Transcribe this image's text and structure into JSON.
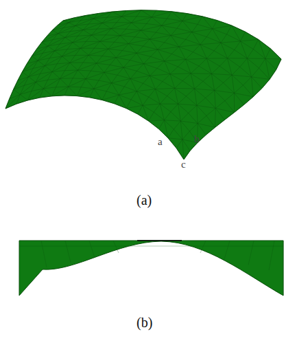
{
  "diagram": {
    "labels": [
      "a",
      "b",
      "c",
      "(a)",
      "(b)"
    ]
  }
}
